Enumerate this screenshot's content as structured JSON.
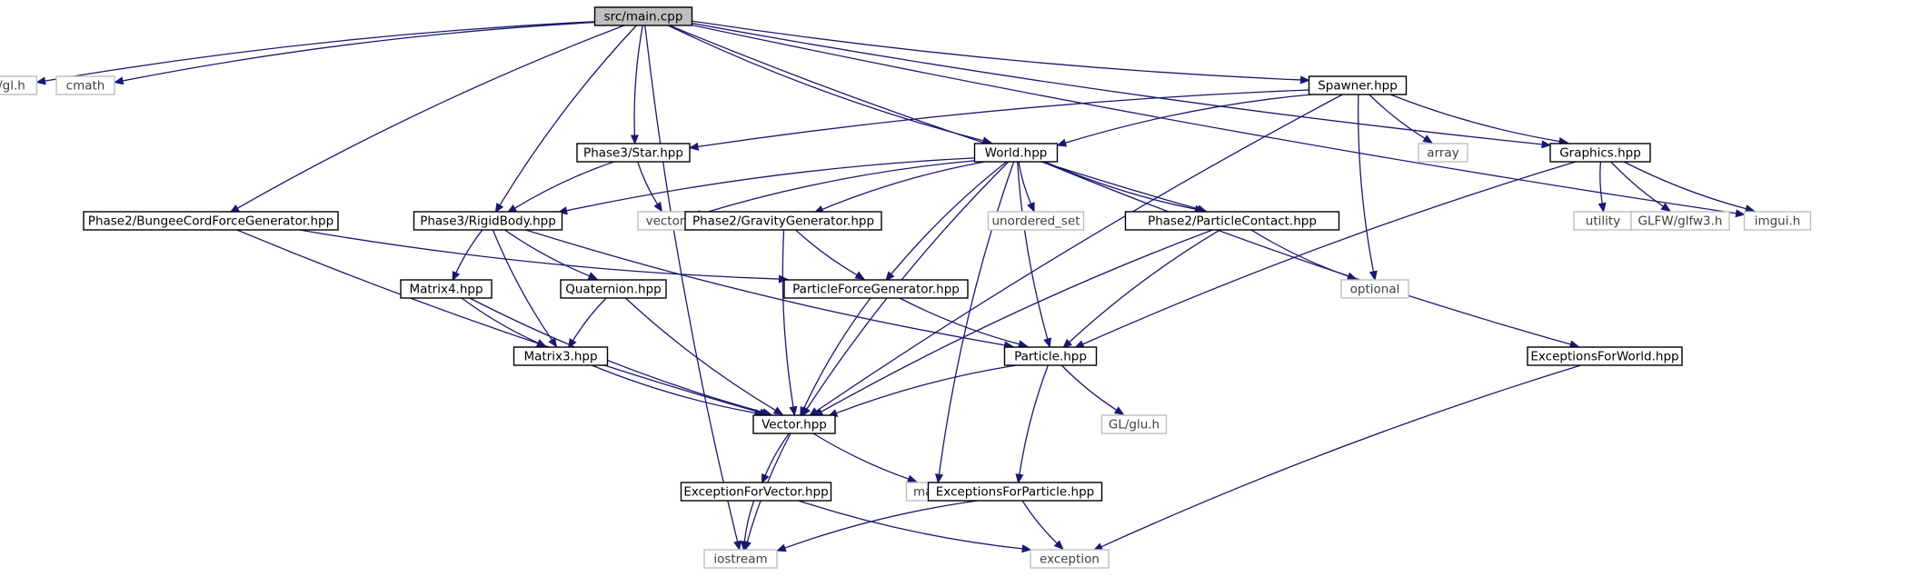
{
  "graph": {
    "root": "src/main.cpp",
    "colors": {
      "edge": "#191970",
      "project_border": "#000000",
      "system_border": "#bfbfbf",
      "root_fill": "#bfbfbf"
    },
    "nodes": [
      {
        "id": "main",
        "label": "src/main.cpp",
        "kind": "root"
      },
      {
        "id": "glh",
        "label": "GL/gl.h",
        "kind": "system"
      },
      {
        "id": "cmath",
        "label": "cmath",
        "kind": "system"
      },
      {
        "id": "spawner",
        "label": "Spawner.hpp",
        "kind": "project"
      },
      {
        "id": "array",
        "label": "array",
        "kind": "system"
      },
      {
        "id": "graphics",
        "label": "Graphics.hpp",
        "kind": "project"
      },
      {
        "id": "imgui",
        "label": "imgui.h",
        "kind": "system"
      },
      {
        "id": "star",
        "label": "Phase3/Star.hpp",
        "kind": "project"
      },
      {
        "id": "world",
        "label": "World.hpp",
        "kind": "project"
      },
      {
        "id": "bungee",
        "label": "Phase2/BungeeCordForceGenerator.hpp",
        "kind": "project"
      },
      {
        "id": "rigid",
        "label": "Phase3/RigidBody.hpp",
        "kind": "project"
      },
      {
        "id": "vector",
        "label": "vector",
        "kind": "system"
      },
      {
        "id": "gravity",
        "label": "Phase2/GravityGenerator.hpp",
        "kind": "project"
      },
      {
        "id": "unordered",
        "label": "unordered_set",
        "kind": "system"
      },
      {
        "id": "contact",
        "label": "Phase2/ParticleContact.hpp",
        "kind": "project"
      },
      {
        "id": "utility",
        "label": "utility",
        "kind": "system"
      },
      {
        "id": "glfw",
        "label": "GLFW/glfw3.h",
        "kind": "system"
      },
      {
        "id": "matrix4",
        "label": "Matrix4.hpp",
        "kind": "project"
      },
      {
        "id": "quat",
        "label": "Quaternion.hpp",
        "kind": "project"
      },
      {
        "id": "pfg",
        "label": "ParticleForceGenerator.hpp",
        "kind": "project"
      },
      {
        "id": "optional",
        "label": "optional",
        "kind": "system"
      },
      {
        "id": "matrix3",
        "label": "Matrix3.hpp",
        "kind": "project"
      },
      {
        "id": "particle",
        "label": "Particle.hpp",
        "kind": "project"
      },
      {
        "id": "exworld",
        "label": "ExceptionsForWorld.hpp",
        "kind": "project"
      },
      {
        "id": "vectorhpp",
        "label": "Vector.hpp",
        "kind": "project"
      },
      {
        "id": "glu",
        "label": "GL/glu.h",
        "kind": "system"
      },
      {
        "id": "mathh",
        "label": "math.h",
        "kind": "system"
      },
      {
        "id": "exvector",
        "label": "ExceptionForVector.hpp",
        "kind": "project"
      },
      {
        "id": "exparticle",
        "label": "ExceptionsForParticle.hpp",
        "kind": "project"
      },
      {
        "id": "iostream",
        "label": "iostream",
        "kind": "system"
      },
      {
        "id": "exception",
        "label": "exception",
        "kind": "system"
      }
    ],
    "edges": [
      [
        "main",
        "glh"
      ],
      [
        "main",
        "cmath"
      ],
      [
        "main",
        "iostream"
      ],
      [
        "main",
        "bungee"
      ],
      [
        "main",
        "rigid"
      ],
      [
        "main",
        "star"
      ],
      [
        "main",
        "world"
      ],
      [
        "main",
        "contact"
      ],
      [
        "main",
        "spawner"
      ],
      [
        "main",
        "graphics"
      ],
      [
        "main",
        "imgui"
      ],
      [
        "spawner",
        "star"
      ],
      [
        "spawner",
        "world"
      ],
      [
        "spawner",
        "array"
      ],
      [
        "spawner",
        "optional"
      ],
      [
        "spawner",
        "graphics"
      ],
      [
        "spawner",
        "vectorhpp"
      ],
      [
        "graphics",
        "utility"
      ],
      [
        "graphics",
        "glfw"
      ],
      [
        "graphics",
        "imgui"
      ],
      [
        "graphics",
        "particle"
      ],
      [
        "star",
        "rigid"
      ],
      [
        "star",
        "vector"
      ],
      [
        "world",
        "rigid"
      ],
      [
        "world",
        "vector"
      ],
      [
        "world",
        "gravity"
      ],
      [
        "world",
        "unordered"
      ],
      [
        "world",
        "contact"
      ],
      [
        "world",
        "pfg"
      ],
      [
        "world",
        "particle"
      ],
      [
        "world",
        "exworld"
      ],
      [
        "world",
        "vectorhpp"
      ],
      [
        "world",
        "mathh"
      ],
      [
        "bungee",
        "pfg"
      ],
      [
        "bungee",
        "vectorhpp"
      ],
      [
        "rigid",
        "matrix4"
      ],
      [
        "rigid",
        "quat"
      ],
      [
        "rigid",
        "matrix3"
      ],
      [
        "rigid",
        "particle"
      ],
      [
        "gravity",
        "pfg"
      ],
      [
        "gravity",
        "vectorhpp"
      ],
      [
        "contact",
        "optional"
      ],
      [
        "contact",
        "particle"
      ],
      [
        "contact",
        "vectorhpp"
      ],
      [
        "matrix4",
        "matrix3"
      ],
      [
        "matrix4",
        "vectorhpp"
      ],
      [
        "quat",
        "matrix3"
      ],
      [
        "quat",
        "vectorhpp"
      ],
      [
        "matrix3",
        "vectorhpp"
      ],
      [
        "pfg",
        "particle"
      ],
      [
        "pfg",
        "vectorhpp"
      ],
      [
        "particle",
        "vectorhpp"
      ],
      [
        "particle",
        "glu"
      ],
      [
        "particle",
        "exparticle"
      ],
      [
        "exworld",
        "exception"
      ],
      [
        "vectorhpp",
        "mathh"
      ],
      [
        "vectorhpp",
        "exvector"
      ],
      [
        "vectorhpp",
        "iostream"
      ],
      [
        "exvector",
        "iostream"
      ],
      [
        "exvector",
        "exception"
      ],
      [
        "exparticle",
        "iostream"
      ],
      [
        "exparticle",
        "exception"
      ]
    ]
  }
}
